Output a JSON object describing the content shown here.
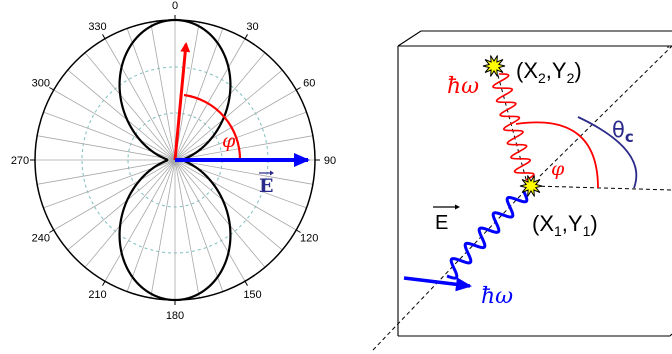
{
  "polar": {
    "ticks": [
      "0",
      "30",
      "60",
      "90",
      "120",
      "150",
      "180",
      "210",
      "240",
      "270",
      "300",
      "330"
    ],
    "phi": "φ",
    "e_label": "E"
  },
  "scene": {
    "emit_hbar_omega": "ħω",
    "x2y2": {
      "open": "(X",
      "s1": "2",
      "comma": ",Y",
      "s2": "2",
      "close": ")"
    },
    "x1y1": {
      "open": "(X",
      "s1": "1",
      "comma": ",Y",
      "s2": "1",
      "close": ")"
    },
    "phi": "φ",
    "theta": "θ",
    "theta_sub": "c",
    "e_label": "E",
    "incident_hbar_omega": "ħω"
  },
  "colors": {
    "red": "#ff0000",
    "blue": "#0000ff",
    "navy": "#2a2a8a",
    "teal_dash": "#7fbfbf",
    "yellow": "#ffff00"
  }
}
